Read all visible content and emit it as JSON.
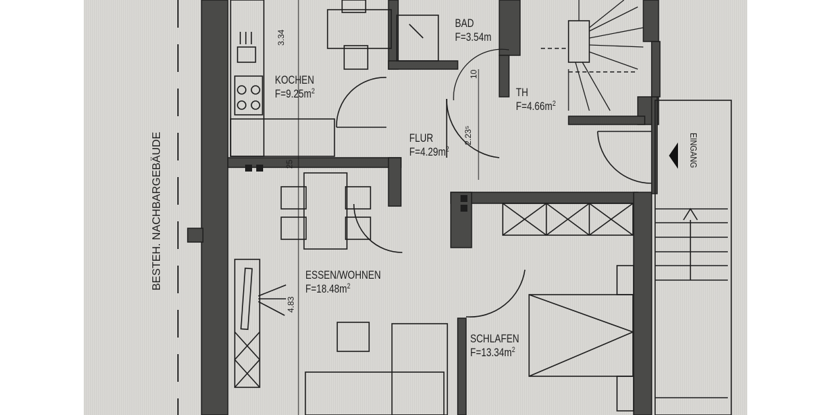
{
  "plan": {
    "neighbor_label": "BESTEH. NACHBARGEBÄUDE",
    "entrance_label": "EINGANG",
    "area_unit_sup": "2",
    "rooms": [
      {
        "name": "KOCHEN",
        "area": "F=9.25m"
      },
      {
        "name": "BAD",
        "area": "F=3.54m"
      },
      {
        "name": "TH",
        "area": "F=4.66m"
      },
      {
        "name": "FLUR",
        "area": "F=4.29m"
      },
      {
        "name": "ESSEN/WOHNEN",
        "area": "F=18.48m"
      },
      {
        "name": "SCHLAFEN",
        "area": "F=13.34m"
      }
    ],
    "dimensions": {
      "kitchen_height": "3.34",
      "wall_25": "25",
      "flur_width": "2.23⁵",
      "bath_door": "10",
      "living_length": "4.83"
    },
    "colors": {
      "paper": "#d9d8d4",
      "wall": "#4a4a48",
      "line": "#1e1e1e"
    }
  }
}
